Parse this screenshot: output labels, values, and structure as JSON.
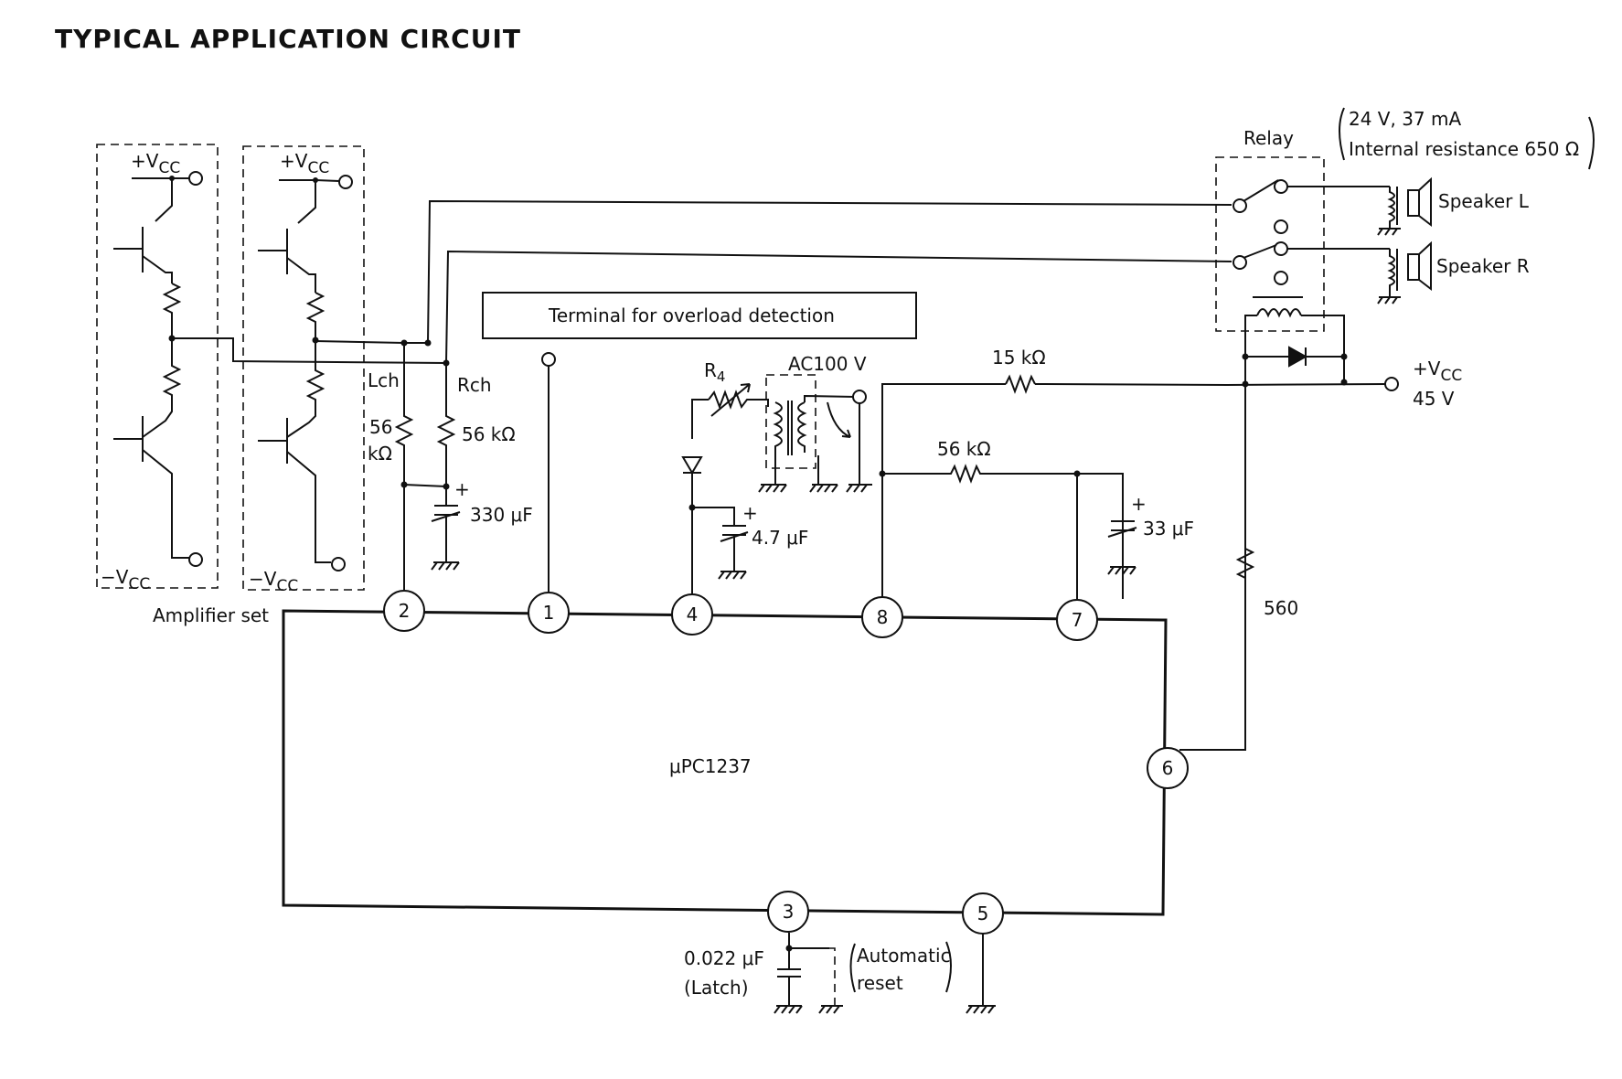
{
  "title": "TYPICAL APPLICATION CIRCUIT",
  "ic": {
    "name": "μPC1237"
  },
  "pins": [
    "2",
    "1",
    "4",
    "8",
    "7",
    "6",
    "3",
    "5"
  ],
  "amplifier": {
    "label": "Amplifier set",
    "plus_vcc": "+V",
    "minus_vcc": "−V",
    "vcc_sub": "CC"
  },
  "channels": {
    "left": "Lch",
    "right": "Rch"
  },
  "components": {
    "r_left_value": "56",
    "r_left_unit": "kΩ",
    "r_right": "56 kΩ",
    "c_330": "330 μF",
    "r4": "R",
    "r4_sub": "4",
    "ac100": "AC100 V",
    "c_4_7": "4.7 μF",
    "r_15k": "15 kΩ",
    "r_56k": "56 kΩ",
    "c_33": "33 μF",
    "r_560": "560",
    "c_latch_value": "0.022 μF",
    "c_latch_note": "(Latch)",
    "auto_reset_1": "Automatic",
    "auto_reset_2": "reset",
    "plus": "+"
  },
  "overload_terminal": "Terminal for overload detection",
  "relay": {
    "label": "Relay",
    "spec_1": "24 V, 37 mA",
    "spec_2": "Internal resistance 650 Ω"
  },
  "speakers": {
    "left": "Speaker L",
    "right": "Speaker R"
  },
  "supply": {
    "vcc": "+V",
    "vcc_sub": "CC",
    "voltage": "45 V"
  }
}
